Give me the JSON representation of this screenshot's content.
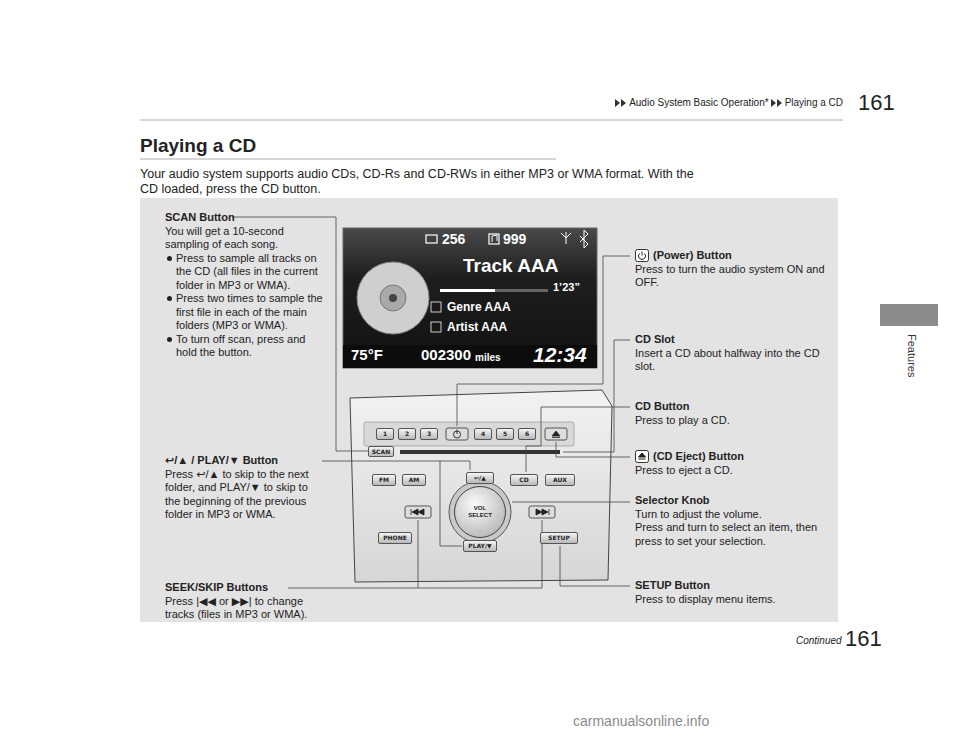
{
  "diagram": {
    "title": "Playing a CD",
    "nodes": [
      {
        "text": [
          "256",
          "999",
          "Track AAA",
          "1’23”",
          "Genre AAA",
          "Artist AAA",
          "75°F",
          "002300",
          "miles",
          "12:34"
        ]
      },
      {
        "text": [
          "1"
        ]
      },
      {
        "text": [
          "2"
        ]
      },
      {
        "text": [
          "3"
        ]
      },
      {
        "text": [
          "4"
        ]
      },
      {
        "text": [
          "5"
        ]
      },
      {
        "text": [
          "6"
        ]
      },
      {
        "text": [
          "SCAN"
        ]
      },
      {
        "text": [
          "↩/▲"
        ]
      },
      {
        "text": [
          "FM"
        ]
      },
      {
        "text": [
          "AM"
        ]
      },
      {
        "text": [
          "CD"
        ]
      },
      {
        "text": [
          "AUX"
        ]
      },
      {
        "text": [
          "VOL SELECT"
        ]
      },
      {
        "text": [
          "PHONE"
        ]
      },
      {
        "text": [
          "PLAY/▼"
        ]
      },
      {
        "text": [
          "SETUP"
        ]
      }
    ],
    "labels": [
      "Audio System Basic Operation*",
      "Playing a CD",
      "161",
      "Features",
      "Your audio system supports audio CDs, CD-Rs and CD-RWs in either MP3 or WMA format. With the CD loaded, press the CD button.",
      "SCAN Button",
      "You will get a 10-second sampling of each song.",
      "Press to sample all tracks on the CD (all files in the current folder in MP3 or WMA).",
      "Press two times to sample the first file in each of the main folders (MP3 or WMA).",
      "To turn off scan, press and hold the button.",
      "↩/▲ / PLAY/▼ Button",
      "Press ↩/▲ to skip to the next folder, and PLAY/▼ to skip to the beginning of the previous folder in MP3 or WMA.",
      "SEEK/SKIP Buttons",
      "Press |◀◀ or ▶▶| to change tracks (files in MP3 or WMA).",
      "(Power) Button",
      "Press to turn the audio system ON and OFF.",
      "CD Slot",
      "Insert a CD about halfway into the CD slot.",
      "CD Button",
      "Press to play a CD.",
      "(CD Eject) Button",
      "Press to eject a CD.",
      "Selector Knob",
      "Turn to adjust the volume.",
      "Press and turn to select an item, then press to set your selection.",
      "SETUP Button",
      "Press to display menu items.",
      "Continued",
      "161",
      "carmanualsonline.info"
    ]
  }
}
